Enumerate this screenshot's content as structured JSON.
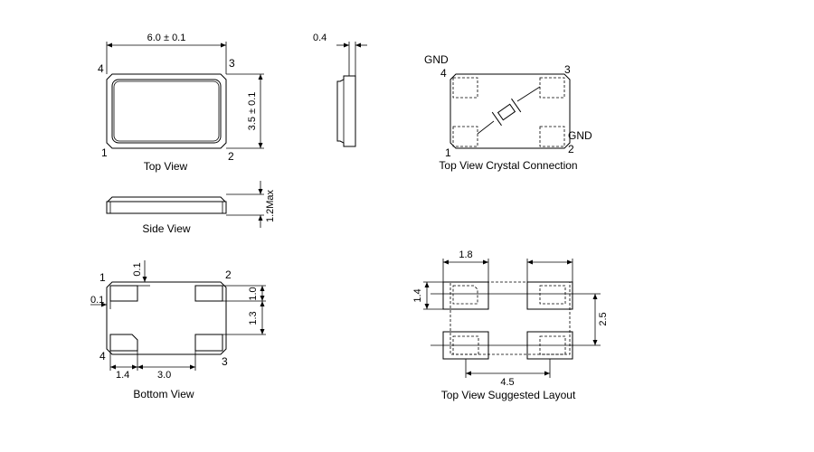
{
  "top_view": {
    "width_dim": "6.0 ± 0.1",
    "height_dim": "3.5 ± 0.1",
    "pins": [
      "1",
      "2",
      "3",
      "4"
    ],
    "caption": "Top View"
  },
  "side_thickness": {
    "dim": "0.4"
  },
  "side_view": {
    "height_dim": "1.2Max",
    "caption": "Side View"
  },
  "crystal_connection": {
    "gnd_label": "GND",
    "pins": [
      "1",
      "2",
      "3",
      "4"
    ],
    "caption": "Top View Crystal Connection"
  },
  "bottom_view": {
    "dims": {
      "top_gap": "0.1",
      "left_gap": "0.1",
      "pad_h": "1.0",
      "pad_gap": "1.3",
      "pad_w": "1.4",
      "pad_space": "3.0"
    },
    "pins": [
      "1",
      "2",
      "3",
      "4"
    ],
    "caption": "Bottom View"
  },
  "layout": {
    "dims": {
      "pad_w": "1.8",
      "pad_h": "1.4",
      "pitch_y": "2.5",
      "pitch_x": "4.5"
    },
    "caption": "Top View Suggested Layout"
  }
}
